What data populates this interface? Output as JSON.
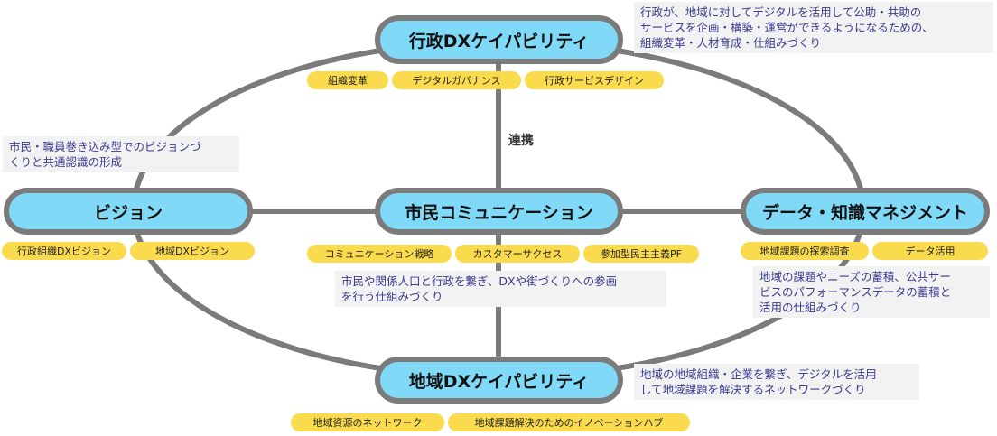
{
  "nodes": {
    "top": "行政DXケイパビリティ",
    "left": "ビジョン",
    "center": "市民コミュニケーション",
    "right": "データ・知識マネジメント",
    "bottom": "地域DXケイパビリティ"
  },
  "link_label": "連携",
  "tags": {
    "top": [
      "組織変革",
      "デジタルガバナンス",
      "行政サービスデザイン"
    ],
    "left": [
      "行政組織DXビジョン",
      "地域DXビジョン"
    ],
    "center": [
      "コミュニケーション戦略",
      "カスタマーサクセス",
      "参加型民主主義PF"
    ],
    "right": [
      "地域課題の探索調査",
      "データ活用"
    ],
    "bottom": [
      "地域資源のネットワーク",
      "地域課題解決のためのイノベーションハブ"
    ]
  },
  "notes": {
    "top_right": [
      "行政が、地域に対してデジタルを活用して公助・共助の",
      "サービスを企画・構築・運営ができるようになるための、",
      "組織変革・人材育成・仕組みづくり"
    ],
    "left": [
      "市民・職員巻き込み型でのビジョンづ",
      "くりと共通認識の形成"
    ],
    "center": [
      "市民や関係人口と行政を繋ぎ、DXや街づくりへの参画",
      "を行う仕組みづくり"
    ],
    "right": [
      "地域の課題やニーズの蓄積、公共サー",
      "ビスのパフォーマンスデータの蓄積と",
      "活用の仕組みづくり"
    ],
    "bottom_right": [
      "地域の地域組織・企業を繋ぎ、デジタルを活用",
      "して地域課題を解決するネットワークづくり"
    ]
  },
  "colors": {
    "node_fill": "#7fd9f7",
    "node_border": "#7b7b7b",
    "tag_fill": "#fbdb4e",
    "note_bg": "#f2f2f2",
    "note_text": "#3b3b8f"
  }
}
